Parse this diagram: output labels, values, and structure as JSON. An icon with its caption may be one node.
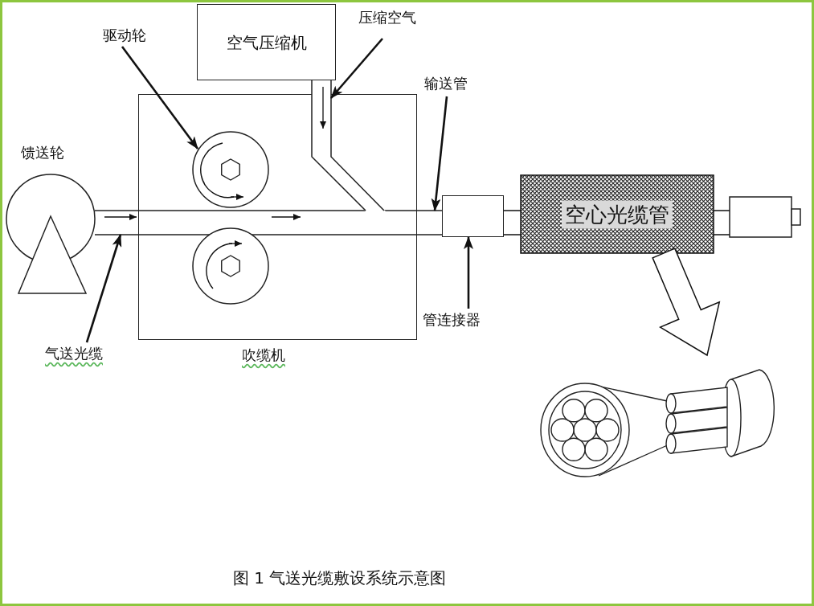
{
  "diagram": {
    "caption": "图 1 气送光缆敷设系统示意图",
    "nodes": [
      {
        "text": [
          "空气压缩机"
        ]
      },
      {
        "text": [
          "吹缆机"
        ]
      },
      {
        "text": [
          "驱动轮"
        ]
      },
      {
        "text": [],
        "shape": "circle",
        "in": 1
      },
      {
        "text": [],
        "shape": "circle",
        "in": 1
      },
      {
        "text": [
          "压缩空气"
        ]
      },
      {
        "text": [],
        "shape": "bar"
      },
      {
        "text": [
          "馈送轮"
        ]
      },
      {
        "text": [],
        "shape": "circle"
      },
      {
        "text": [
          "输送管"
        ]
      },
      {
        "text": [],
        "shape": "bar"
      },
      {
        "text": [
          "气送光缆"
        ]
      },
      {
        "text": [
          "管连接器"
        ]
      },
      {
        "text": [],
        "shape": "box"
      },
      {
        "text": [
          "空心光缆管"
        ]
      },
      {
        "text": [],
        "shape": "box"
      },
      {
        "text": [],
        "shape": "picture"
      }
    ],
    "edges": [
      {
        "from": 2,
        "to": 3,
        "arrow": "to"
      },
      {
        "from": 5,
        "to": 6,
        "arrow": "to"
      },
      {
        "from": 9,
        "to": 10,
        "arrow": "to"
      },
      {
        "from": 11,
        "to": 10,
        "arrow": "to"
      },
      {
        "from": 12,
        "to": 13,
        "arrow": "to"
      },
      {
        "from": 13,
        "to": 14,
        "arrow": "none"
      },
      {
        "from": 14,
        "to": 15,
        "arrow": "none"
      },
      {
        "from": 14,
        "to": 16,
        "arrow": "to",
        "style": "thick"
      }
    ]
  }
}
